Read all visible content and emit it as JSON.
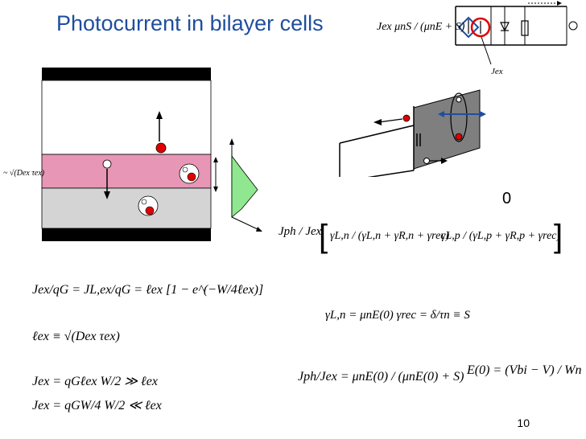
{
  "slide": {
    "title": "Photocurrent in bilayer cells",
    "page_number": "10",
    "zero_label": "0"
  },
  "labels": {
    "jex_arrow": "Jex",
    "diffusion_length": "~ √(Dex τex)"
  },
  "equations": {
    "circuit_source": "Jex  μnS / (μnE + S)",
    "jph_fraction_lhs": "Jph / Jex",
    "jph_term1": "γL,n / (γL,n + γR,n + γrec)",
    "jph_term2": "γL,p / (γL,p + γR,p + γrec)",
    "gamma_defs": "γL,n = μnE(0)    γrec = δ/τn ≡ S",
    "jex_qg": "Jex/qG = JL,ex/qG = ℓex [1 − e^(−W/4ℓex)]",
    "lex_def": "ℓex ≡ √(Dex τex)",
    "limit1": "Jex = qGℓex      W/2 ≫ ℓex",
    "limit2": "Jex = qGW/4      W/2 ≪ ℓex",
    "jph_ratio": "Jph/Jex = μnE(0) / (μnE(0) + S)",
    "e0_def": "E(0) = (Vbi − V) / Wn"
  },
  "colors": {
    "title": "#1f4e9e",
    "pink_layer": "#e796b5",
    "gray_layer": "#d4d4d4",
    "green_profile": "#8fe88f",
    "dark_band": "#7f7f7f",
    "red_dot": "#e00000",
    "blue_arrow": "#1f4e9e"
  }
}
